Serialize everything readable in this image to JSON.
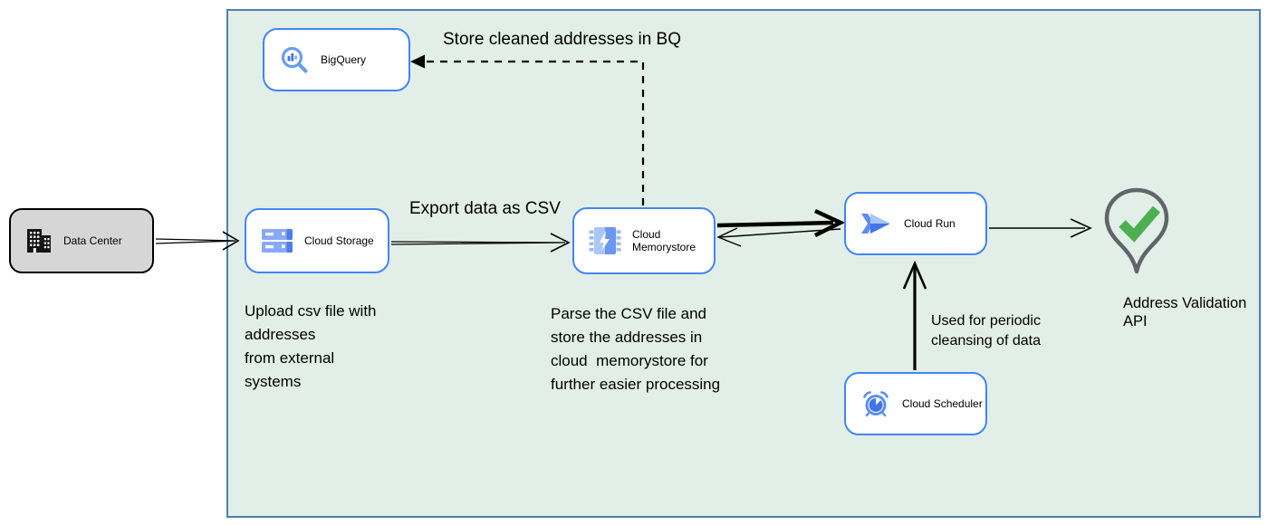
{
  "colors": {
    "region_fill": "#e2efe8",
    "region_border": "#4d7fae",
    "node_border_blue": "#4285f4",
    "node_fill": "#ffffff",
    "datacenter_fill": "#d6d6d6",
    "arrow_black": "#000000",
    "icon_blue_light": "#a6c5f8",
    "icon_blue_medium": "#5b8df2",
    "icon_blue_dark": "#4374e8",
    "pin_grey": "#5f6568",
    "check_green": "#4caf50"
  },
  "nodes": {
    "data_center": {
      "label": "Data Center",
      "icon": "building-icon"
    },
    "bigquery": {
      "label": "BigQuery",
      "icon": "bigquery-icon"
    },
    "cloud_storage": {
      "label": "Cloud Storage",
      "icon": "cloud-storage-icon"
    },
    "cloud_memorystore": {
      "label": "Cloud Memorystore",
      "icon": "memorystore-icon"
    },
    "cloud_run": {
      "label": "Cloud Run",
      "icon": "cloud-run-icon"
    },
    "cloud_scheduler": {
      "label": "Cloud Scheduler",
      "icon": "scheduler-icon"
    },
    "address_validation": {
      "label_lines": [
        "Address Validation",
        "API"
      ],
      "icon": "location-pin-check-icon"
    }
  },
  "annotations": {
    "store_bq": "Store cleaned addresses in BQ",
    "export_csv": "Export data as CSV",
    "upload_note": [
      "Upload csv file with",
      "addresses",
      "from external",
      "systems"
    ],
    "parse_note": [
      "Parse the CSV file and",
      "store the addresses in",
      "cloud  memorystore for",
      "further easier processing"
    ],
    "scheduler_note": [
      "Used for periodic",
      "cleansing of data"
    ]
  }
}
